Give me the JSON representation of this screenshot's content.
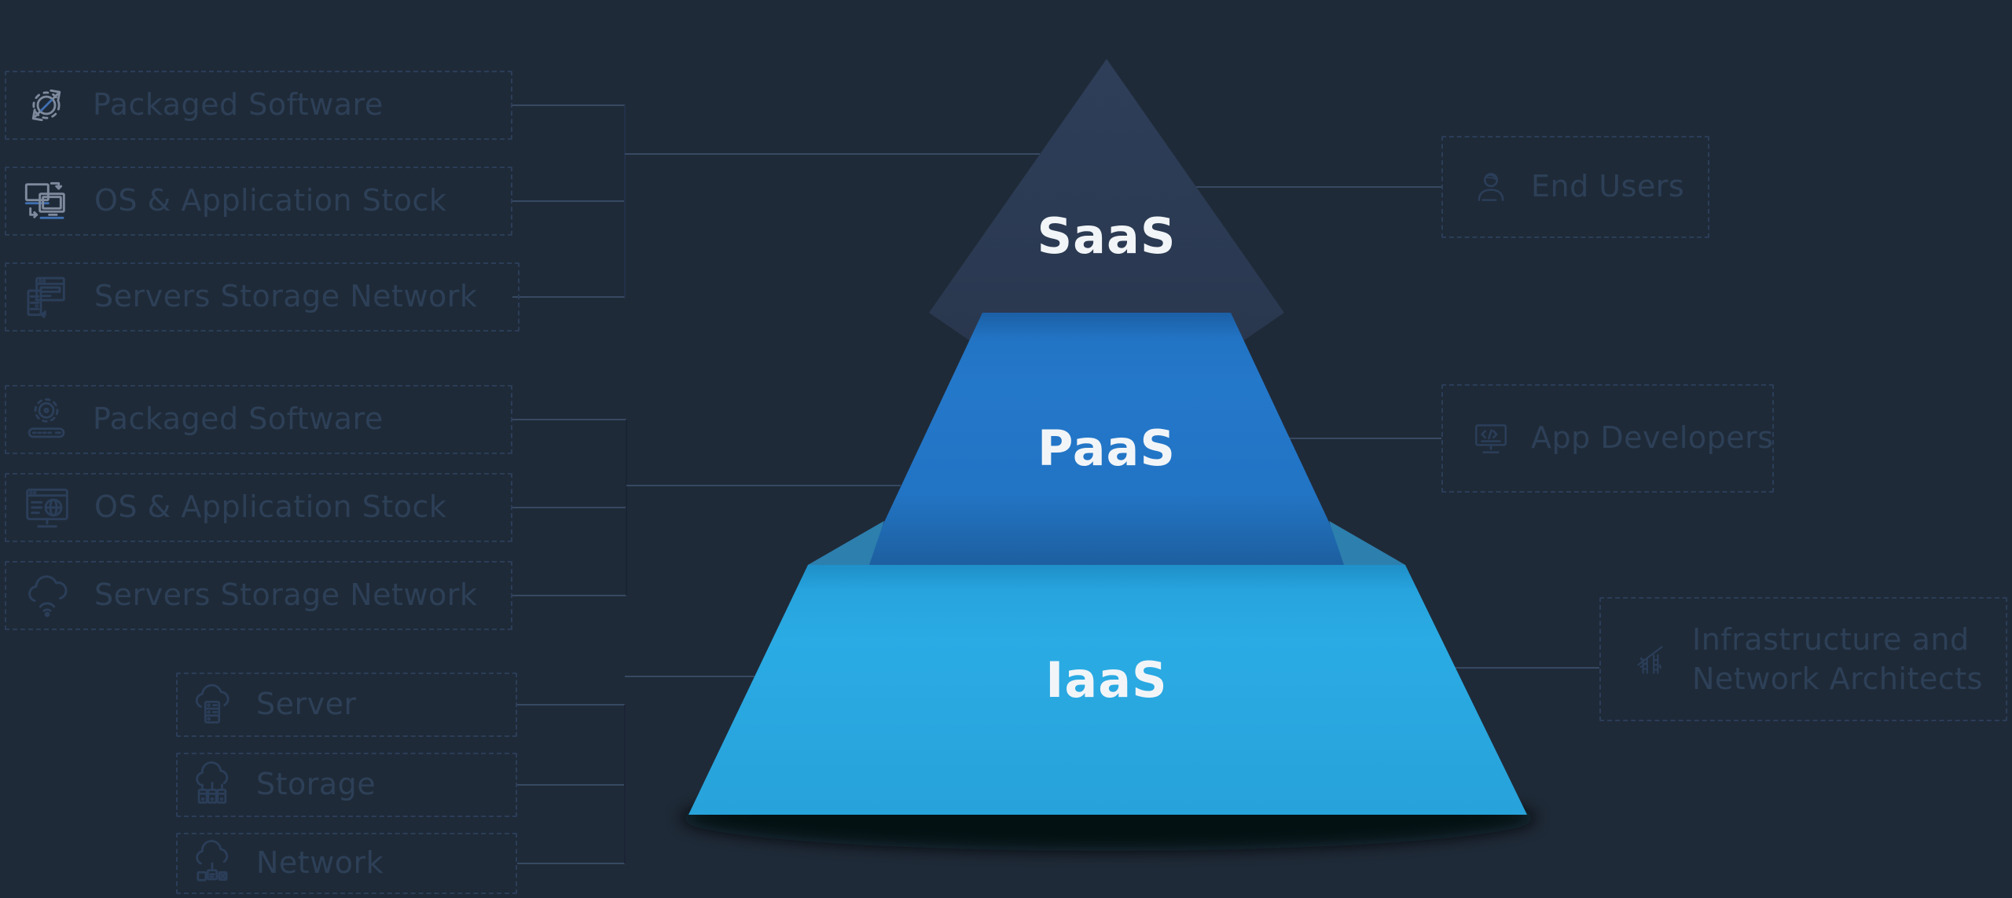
{
  "diagram_title": "Cloud service models pyramid",
  "colors": {
    "background": "#1f2a38",
    "saas_layer": "#2b3a52",
    "paas_layer": "#2376c8",
    "iaas_layer": "#2aabe4",
    "fold_shade": "#2d7fae",
    "box_border": "#2b3d58",
    "muted_text": "#2d4057",
    "pyramid_text": "#f2f5f8",
    "connector_line": "#374962"
  },
  "pyramid": {
    "layers": [
      {
        "id": "saas",
        "label": "SaaS",
        "color": "#2b3a52"
      },
      {
        "id": "paas",
        "label": "PaaS",
        "color": "#2376c8"
      },
      {
        "id": "iaas",
        "label": "IaaS",
        "color": "#2aabe4"
      }
    ]
  },
  "left_groups": [
    {
      "name": "saas-components",
      "boxes": [
        {
          "label": "Packaged Software",
          "icon": "gear-arrows-icon"
        },
        {
          "label": "OS & Application Stock",
          "icon": "monitors-sync-icon"
        },
        {
          "label": "Servers Storage Network",
          "icon": "server-window-icon"
        }
      ]
    },
    {
      "name": "paas-components",
      "boxes": [
        {
          "label": "Packaged Software",
          "icon": "gear-progress-icon"
        },
        {
          "label": "OS & Application Stock",
          "icon": "window-globe-icon"
        },
        {
          "label": "Servers Storage Network",
          "icon": "cloud-signal-icon"
        }
      ]
    },
    {
      "name": "iaas-components",
      "boxes": [
        {
          "label": "Server",
          "icon": "cloud-server-icon"
        },
        {
          "label": "Storage",
          "icon": "cloud-storage-icon"
        },
        {
          "label": "Network",
          "icon": "cloud-network-icon"
        }
      ]
    }
  ],
  "right_boxes": [
    {
      "label": "End Users",
      "icon": "user-icon"
    },
    {
      "label": "App Developers",
      "icon": "monitor-code-icon"
    },
    {
      "label": "Infrastructure and Network Architects",
      "icon": "architect-icon"
    }
  ]
}
